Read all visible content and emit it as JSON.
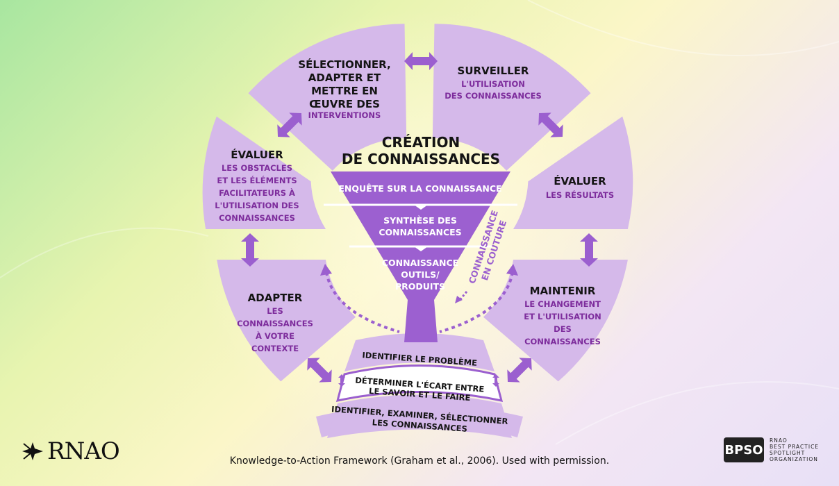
{
  "title": {
    "line1": "CRÉATION",
    "line2": "DE CONNAISSANCES"
  },
  "funnel": {
    "level1": "ENQUÊTE SUR LA CONNAISSANCE",
    "level2_line1": "SYNTHÈSE DES",
    "level2_line2": "CONNAISSANCES",
    "level3_line1": "CONNAISSANCE",
    "level3_line2": "OUTILS/",
    "level3_line3": "PRODUITS"
  },
  "tailoring": {
    "line1": "CONNAISSANCE",
    "line2": "EN COUTURE"
  },
  "segments": {
    "select": {
      "h1": "SÉLECTIONNER,",
      "h2": "ADAPTER ET",
      "h3": "METTRE EN",
      "h4": "ŒUVRE DES",
      "s1": "INTERVENTIONS"
    },
    "monitor": {
      "h1": "SURVEILLER",
      "s1": "L'UTILISATION",
      "s2": "DES CONNAISSANCES"
    },
    "evaluate_outcomes": {
      "h1": "ÉVALUER",
      "s1": "LES RÉSULTATS"
    },
    "sustain": {
      "h1": "MAINTENIR",
      "s1": "LE CHANGEMENT",
      "s2": "ET L'UTILISATION",
      "s3": "DES",
      "s4": "CONNAISSANCES"
    },
    "adapt": {
      "h1": "ADAPTER",
      "s1": "LES",
      "s2": "CONNAISSANCES",
      "s3": "À VOTRE",
      "s4": "CONTEXTE"
    },
    "assess_barriers": {
      "h1": "ÉVALUER",
      "s1": "LES OBSTACLES",
      "s2": "ET LES ÉLÉMENTS",
      "s3": "FACILITATEURS À",
      "s4": "L'UTILISATION DES",
      "s5": "CONNAISSANCES"
    }
  },
  "bottom": {
    "top": "IDENTIFIER LE PROBLÈME",
    "mid1": "DÉTERMINER L'ÉCART ENTRE",
    "mid2": "LE SAVOIR ET LE FAIRE",
    "bot1": "IDENTIFIER, EXAMINER, SÉLECTIONNER",
    "bot2": "LES CONNAISSANCES"
  },
  "caption": "Knowledge-to-Action Framework (Graham et al., 2006). Used with permission.",
  "logos": {
    "rnao": "RNAO",
    "bpso_badge": "BPSO",
    "bpso_l1": "RNAO",
    "bpso_l2": "BEST PRACTICE",
    "bpso_l3": "SPOTLIGHT",
    "bpso_l4": "ORGANIZATION"
  },
  "colors": {
    "segment": "#d5b9ea",
    "accent": "#9b5fcf",
    "funnel": "#9c60d0",
    "subtext": "#7d2c9c",
    "heading": "#141414"
  }
}
